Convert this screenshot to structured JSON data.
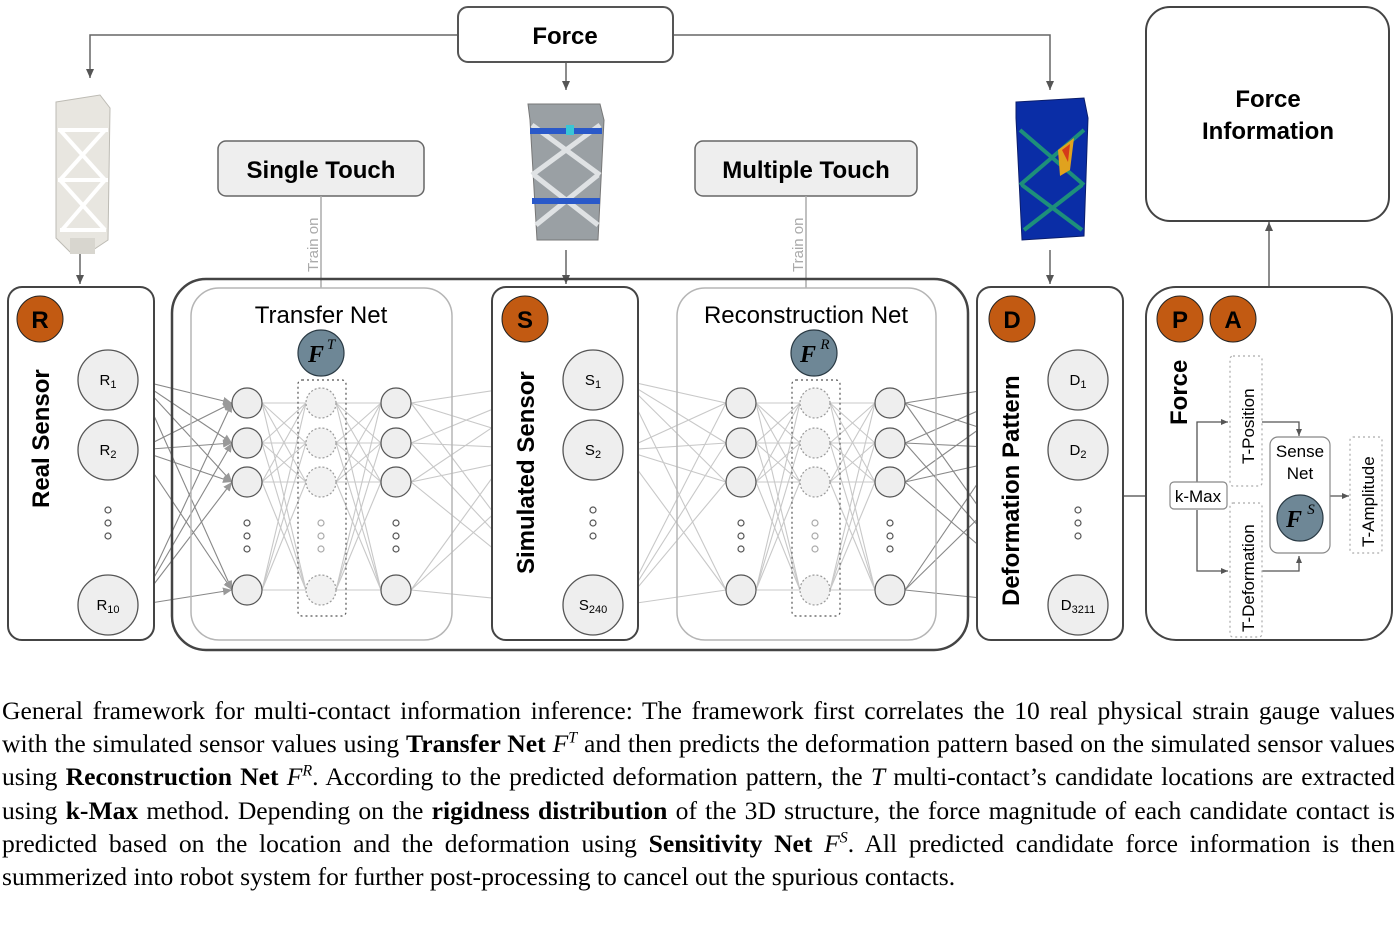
{
  "force_box": {
    "label": "Force"
  },
  "force_info_box": {
    "line1": "Force",
    "line2": "Information"
  },
  "single_touch": {
    "label": "Single Touch",
    "train_on": "Train on"
  },
  "multiple_touch": {
    "label": "Multiple Touch",
    "train_on": "Train on"
  },
  "real_sensor": {
    "badge": "R",
    "title": "Real Sensor",
    "nodes": [
      {
        "base": "R",
        "sub": "1"
      },
      {
        "base": "R",
        "sub": "2"
      },
      {
        "base": "R",
        "sub": "10"
      }
    ]
  },
  "transfer_net": {
    "title": "Transfer Net",
    "symbol": "F",
    "superscript": "T"
  },
  "simulated_sensor": {
    "badge": "S",
    "title": "Simulated Sensor",
    "nodes": [
      {
        "base": "S",
        "sub": "1"
      },
      {
        "base": "S",
        "sub": "2"
      },
      {
        "base": "S",
        "sub": "240"
      }
    ]
  },
  "reconstruction_net": {
    "title": "Reconstruction Net",
    "symbol": "F",
    "superscript": "R"
  },
  "deformation_pattern": {
    "badge": "D",
    "title": "Deformation Pattern",
    "nodes": [
      {
        "base": "D",
        "sub": "1"
      },
      {
        "base": "D",
        "sub": "2"
      },
      {
        "base": "D",
        "sub": "3211"
      }
    ]
  },
  "force_panel": {
    "badge_p": "P",
    "badge_a": "A",
    "title": "Force",
    "kmax": "k-Max",
    "t_position": "T-Position",
    "t_deformation": "T-Deformation",
    "t_amplitude": "T-Amplitude",
    "sense_net_line1": "Sense",
    "sense_net_line2": "Net",
    "symbol": "F",
    "superscript": "S"
  },
  "colors": {
    "badge": "#c25a12",
    "net_symbol": "#6e8796",
    "node_fill": "#eeeeee",
    "dark_stroke": "#3a3a3a",
    "light_stroke": "#b5b5b5"
  },
  "caption": {
    "p1": "General framework for multi-contact information inference: The framework first correlates the 10 real physical strain gauge values with the simulated sensor values using ",
    "b1": "Transfer Net",
    "p2": " and then predicts the deformation pattern based on the simulated sensor values using ",
    "b2": "Reconstruction Net",
    "p3": ". According to the predicted deformation pattern, the ",
    "p4": " multi-contact’s candidate locations are extracted using ",
    "b3": "k-Max",
    "p5": " method. Depending on the ",
    "b4": "rigidness distribution",
    "p6": " of the 3D structure, the force magnitude of each candidate contact is predicted based on the location and the deformation using ",
    "b5": "Sensitivity Net",
    "p7": ". All predicted candidate force information is then summerized into robot system for further post-processing to cancel out the spurious contacts.",
    "sym_f": "F",
    "sup_t": "T",
    "sup_r": "R",
    "sup_s": "S",
    "var_t": "T"
  }
}
